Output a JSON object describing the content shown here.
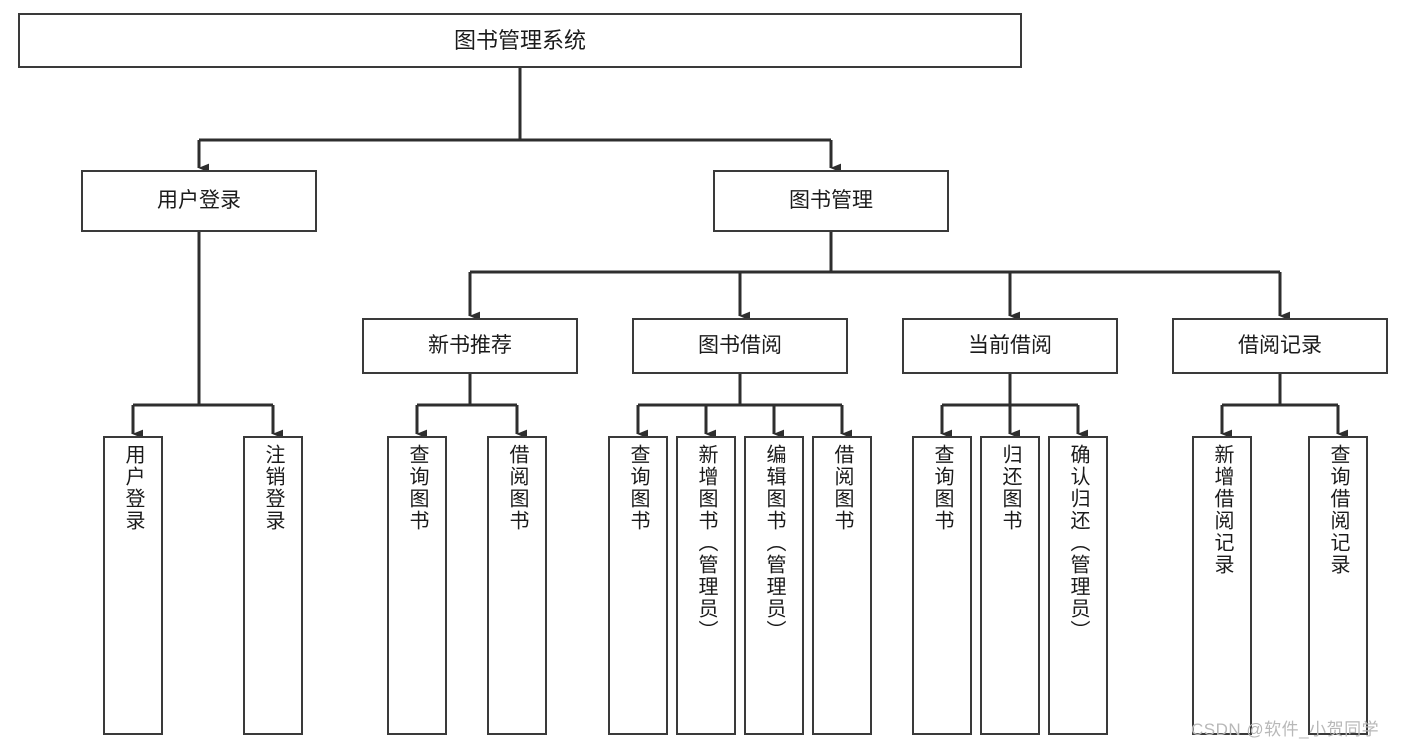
{
  "diagram": {
    "type": "tree-hierarchy-chart",
    "title": "图书管理系统",
    "watermark": "CSDN @软件_小贺同学",
    "colors": {
      "box_border": "#3a3a3a",
      "box_fill": "#ffffff",
      "connector": "#2e2e2e",
      "text": "#1b1b1b",
      "watermark": "#b8b8b8",
      "background": "#ffffff"
    },
    "nodes": {
      "root": {
        "label": "图书管理系统",
        "level": 1
      },
      "level2": [
        {
          "id": "user-login",
          "label": "用户登录"
        },
        {
          "id": "book-management",
          "label": "图书管理"
        }
      ],
      "level3": [
        {
          "id": "new-book-recommend",
          "label": "新书推荐",
          "parent": "book-management"
        },
        {
          "id": "book-borrow",
          "label": "图书借阅",
          "parent": "book-management"
        },
        {
          "id": "current-borrow",
          "label": "当前借阅",
          "parent": "book-management"
        },
        {
          "id": "borrow-record",
          "label": "借阅记录",
          "parent": "book-management"
        }
      ],
      "leaves": [
        {
          "id": "leaf-user-login",
          "label": "用户登录",
          "parent": "user-login"
        },
        {
          "id": "leaf-logout-login",
          "label": "注销登录",
          "parent": "user-login"
        },
        {
          "id": "leaf-query-book-1",
          "label": "查询图书",
          "parent": "new-book-recommend"
        },
        {
          "id": "leaf-borrow-book-1",
          "label": "借阅图书",
          "parent": "new-book-recommend"
        },
        {
          "id": "leaf-query-book-2",
          "label": "查询图书",
          "parent": "book-borrow"
        },
        {
          "id": "leaf-add-book",
          "label": "新增图书（管理员）",
          "parent": "book-borrow"
        },
        {
          "id": "leaf-edit-book",
          "label": "编辑图书（管理员）",
          "parent": "book-borrow"
        },
        {
          "id": "leaf-borrow-book-2",
          "label": "借阅图书",
          "parent": "book-borrow"
        },
        {
          "id": "leaf-query-book-3",
          "label": "查询图书",
          "parent": "current-borrow"
        },
        {
          "id": "leaf-return-book",
          "label": "归还图书",
          "parent": "current-borrow"
        },
        {
          "id": "leaf-confirm-return",
          "label": "确认归还（管理员）",
          "parent": "current-borrow"
        },
        {
          "id": "leaf-add-borrow-record",
          "label": "新增借阅记录",
          "parent": "borrow-record"
        },
        {
          "id": "leaf-query-borrow-record",
          "label": "查询借阅记录",
          "parent": "borrow-record"
        }
      ]
    }
  }
}
